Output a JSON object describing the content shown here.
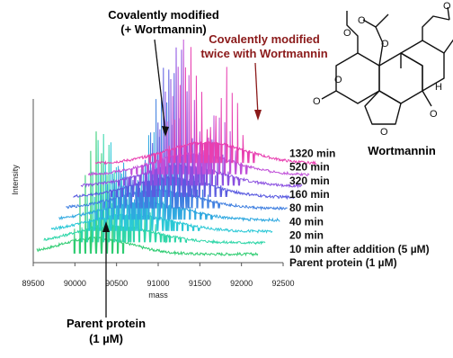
{
  "chart_data": {
    "type": "line",
    "title": "",
    "xlabel": "mass",
    "ylabel": "Intensity",
    "xlim": [
      89500,
      92500
    ],
    "x_ticks": [
      "89500",
      "90000",
      "90500",
      "91000",
      "91500",
      "92000",
      "92500"
    ],
    "grid": false,
    "legend_placement": "right, stacked labels next to traces",
    "peaks": {
      "parent": 90255,
      "modified_once": 90685,
      "modified_twice": 91115,
      "spacing": 430
    },
    "series": [
      {
        "name": "Parent protein (1 µM)",
        "color": "#2ecc71",
        "peak_heights": [
          1.0,
          0.0,
          0.0
        ]
      },
      {
        "name": "10 min after addition (5 µM)",
        "color": "#2ed6a8",
        "peak_heights": [
          0.8,
          0.35,
          0.04
        ]
      },
      {
        "name": "20 min",
        "color": "#2ac8d6",
        "peak_heights": [
          0.6,
          0.55,
          0.08
        ]
      },
      {
        "name": "40 min",
        "color": "#2fa8e0",
        "peak_heights": [
          0.45,
          0.7,
          0.12
        ]
      },
      {
        "name": "80 min",
        "color": "#3f7fe0",
        "peak_heights": [
          0.3,
          0.85,
          0.18
        ]
      },
      {
        "name": "160 min",
        "color": "#5a5be0",
        "peak_heights": [
          0.18,
          0.95,
          0.26
        ]
      },
      {
        "name": "320 min",
        "color": "#8a4fe0",
        "peak_heights": [
          0.1,
          1.0,
          0.36
        ]
      },
      {
        "name": "520 min",
        "color": "#c04fd8",
        "peak_heights": [
          0.06,
          0.95,
          0.48
        ]
      },
      {
        "name": "1320 min",
        "color": "#e83fb0",
        "peak_heights": [
          0.03,
          0.8,
          0.65
        ]
      }
    ]
  },
  "annotations": {
    "modified_once_line1": "Covalently modified",
    "modified_once_line2": "(+ Wortmannin)",
    "modified_twice_line1": "Covalently modified",
    "modified_twice_line2": "twice with Wortmannin",
    "parent_line1": "Parent protein",
    "parent_line2": "(1 µM)"
  },
  "molecule": {
    "name": "Wortmannin",
    "atoms": {
      "o": "O",
      "h": "H"
    },
    "colors": {
      "bond": "#111111"
    }
  },
  "colors": {
    "annotation_red": "#8b1a1a",
    "axis": "#555555"
  }
}
